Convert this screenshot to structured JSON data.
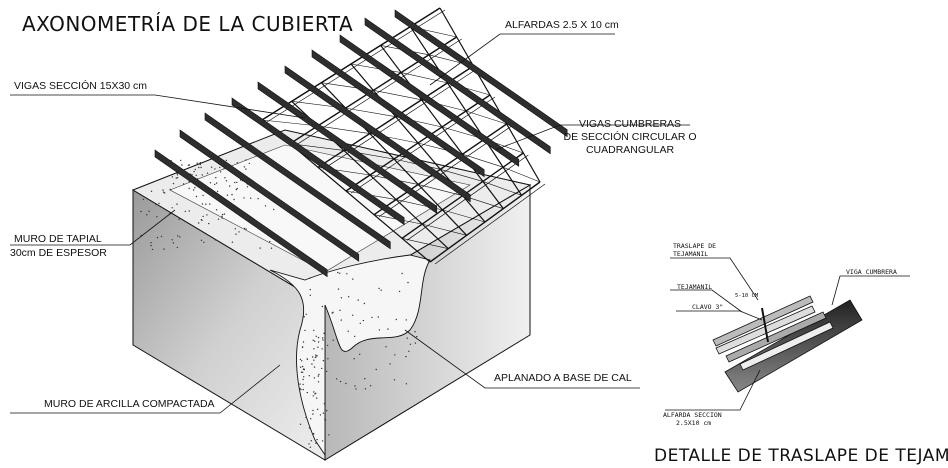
{
  "main_title": "AXONOMETRÍA DE LA CUBIERTA",
  "detail_title": "DETALLE DE TRASLAPE DE TEJAMANIL",
  "labels": {
    "alfardas": "ALFARDAS 2.5 X 10 cm",
    "vigas_seccion": "VIGAS SECCIÓN 15X30 cm",
    "vigas_cumbreras_1": "VIGAS CUMBRERAS",
    "vigas_cumbreras_2": "DE SECCIÓN CIRCULAR O",
    "vigas_cumbreras_3": "CUADRANGULAR",
    "muro_tapial_1": "MURO DE TAPIAL",
    "muro_tapial_2": "30cm DE ESPESOR",
    "aplanado": "APLANADO A BASE DE CAL",
    "muro_arcilla": "MURO DE ARCILLA COMPACTADA"
  },
  "detail_labels": {
    "traslape_1": "TRASLAPE DE",
    "traslape_2": "TEJAMANIL",
    "tejamanil": "TEJAMANIL",
    "medida": "5-10 CM",
    "clavo": "CLAVO 3\"",
    "viga_cumbrera": "VIGA CUMBRERA",
    "alfarda_1": "ALFARDA SECCION",
    "alfarda_2": "2.5X10 cm"
  },
  "colors": {
    "ink": "#111111",
    "beam": "#2e2e2e",
    "wall_front": "#c9c9c9",
    "wall_side": "#e4e4e4",
    "plaster": "#f2f2f2"
  }
}
